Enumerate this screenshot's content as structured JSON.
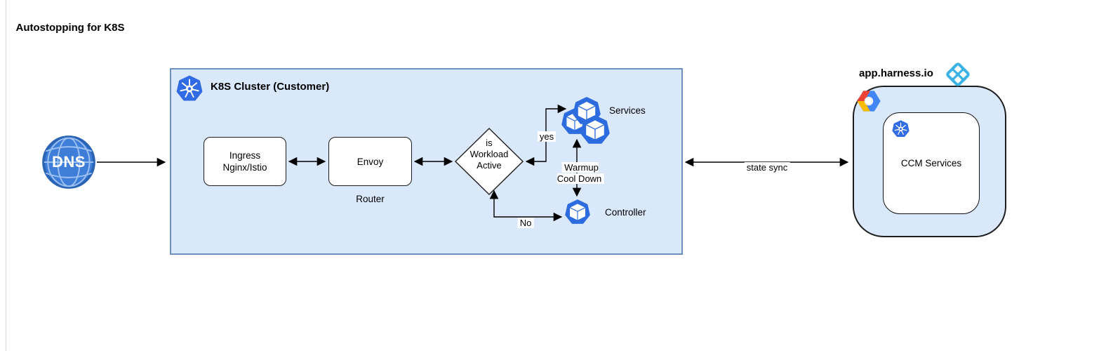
{
  "page": {
    "title": "Autostopping for K8S"
  },
  "colors": {
    "container_fill": "#dae8fc",
    "container_stroke": "#6e8fc0",
    "kubernetes_blue": "#326ce5",
    "pod_blue": "#2d6cdf",
    "harness_cyan": "#3ab3e4",
    "dns_blue": "#3e7ed8",
    "line": "#000000"
  },
  "icons": {
    "dns": "globe-icon",
    "kubernetes": "kubernetes-helm-icon",
    "pod": "pod-cube-icon",
    "harness": "harness-logo-icon",
    "gcp": "google-cloud-icon"
  },
  "dns": {
    "label": "DNS"
  },
  "cluster": {
    "title": "K8S Cluster (Customer)",
    "ingress": {
      "label": "Ingress\nNginx/Istio"
    },
    "envoy": {
      "label": "Envoy",
      "caption": "Router"
    },
    "decision": {
      "label": "is\nWorkload\nActive",
      "yes": "yes",
      "no": "No"
    },
    "services": {
      "label": "Services"
    },
    "controller": {
      "label": "Controller"
    },
    "warmup": {
      "label": "Warmup\nCool Down"
    }
  },
  "sync": {
    "label": "state sync"
  },
  "harness": {
    "title": "app.harness.io",
    "ccm": {
      "label": "CCM Services"
    }
  }
}
